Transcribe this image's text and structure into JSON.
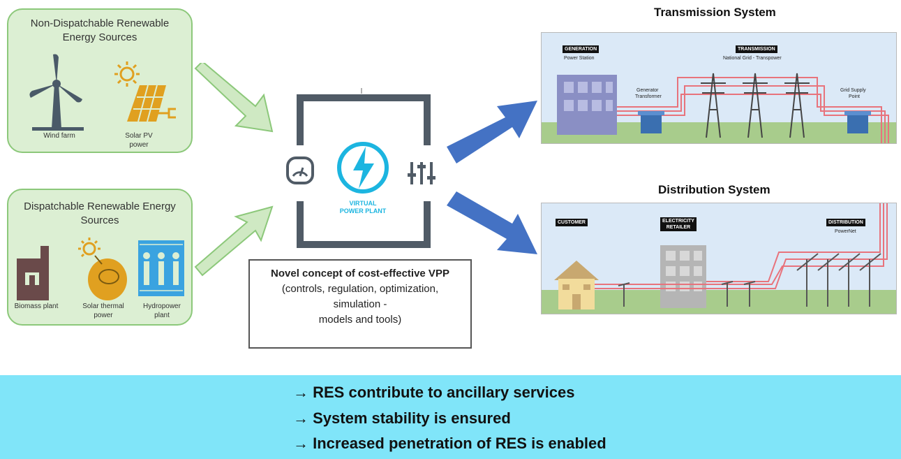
{
  "non_dispatchable": {
    "title_line1": "Non-Dispatchable Renewable",
    "title_line2": "Energy Sources",
    "wind_label": "Wind farm",
    "solar_label_line1": "Solar PV",
    "solar_label_line2": "power"
  },
  "dispatchable": {
    "title_line1": "Dispatchable Renewable Energy",
    "title_line2": "Sources",
    "biomass_label": "Biomass plant",
    "solar_thermal_line1": "Solar thermal",
    "solar_thermal_line2": "power",
    "hydro_line1": "Hydropower",
    "hydro_line2": "plant"
  },
  "vpp": {
    "logo_line1": "VIRTUAL",
    "logo_line2": "POWER PLANT",
    "concept_title": "Novel concept of cost-effective VPP",
    "concept_line1": "(controls, regulation, optimization,",
    "concept_line2": "simulation -",
    "concept_line3": "models and tools)"
  },
  "transmission": {
    "title": "Transmission System",
    "generation_tag": "GENERATION",
    "generation_sub": "Power Station",
    "transformer_line1": "Generator",
    "transformer_line2": "Transformer",
    "transmission_tag": "TRANSMISSION",
    "transmission_sub": "National Grid - Transpower",
    "gsp_line1": "Grid Supply",
    "gsp_line2": "Point"
  },
  "distribution": {
    "title": "Distribution System",
    "customer_tag": "CUSTOMER",
    "retailer_tag_line1": "ELECTRICITY",
    "retailer_tag_line2": "RETAILER",
    "distribution_tag": "DISTRIBUTION",
    "distribution_sub": "PowerNet"
  },
  "outcomes": [
    "→ RES contribute to ancillary services",
    "→ System stability is ensured",
    "→ Increased penetration of RES is enabled"
  ],
  "colors": {
    "green_fill": "#dcefd3",
    "green_border": "#8cc87a",
    "arrow_blue": "#4472c4",
    "vpp_cyan": "#1cb5e0",
    "banner": "#80e5f9",
    "power_line": "#e8737c"
  }
}
